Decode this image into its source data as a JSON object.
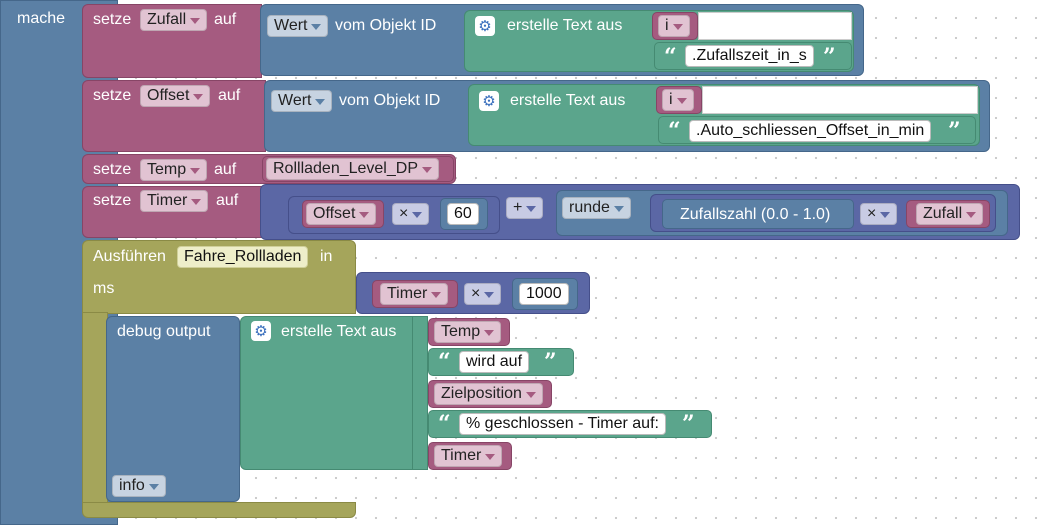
{
  "mache": "mache",
  "setze": "setze",
  "auf": "auf",
  "vom_objekt_id": "vom Objekt ID",
  "erstelle_text_aus": "erstelle Text aus",
  "wert": "Wert",
  "i": "i",
  "rows": {
    "zufall": {
      "var": "Zufall",
      "suffix": ".Zufallszeit_in_s"
    },
    "offset": {
      "var": "Offset",
      "suffix": ".Auto_schliessen_Offset_in_min"
    },
    "temp": {
      "var": "Temp",
      "value": "Rollladen_Level_DP"
    },
    "timer": {
      "var": "Timer",
      "offset_var": "Offset",
      "mult_op": "×",
      "sixty": "60",
      "plus_op": "+",
      "runde": "runde",
      "random": "Zufallszahl (0.0 - 1.0)",
      "mult_op2": "×",
      "zufall_var": "Zufall"
    }
  },
  "ausfuehren": {
    "label": "Ausführen",
    "name": "Fahre_Rollladen",
    "in": "in",
    "ms": "ms",
    "timer_var": "Timer",
    "op": "×",
    "thousand": "1000"
  },
  "debug": {
    "label": "debug output",
    "text_label": "erstelle Text aus",
    "items": [
      "Temp",
      " wird auf ",
      "Zielposition",
      "% geschlossen - Timer auf: ",
      "Timer"
    ],
    "level": "info"
  }
}
